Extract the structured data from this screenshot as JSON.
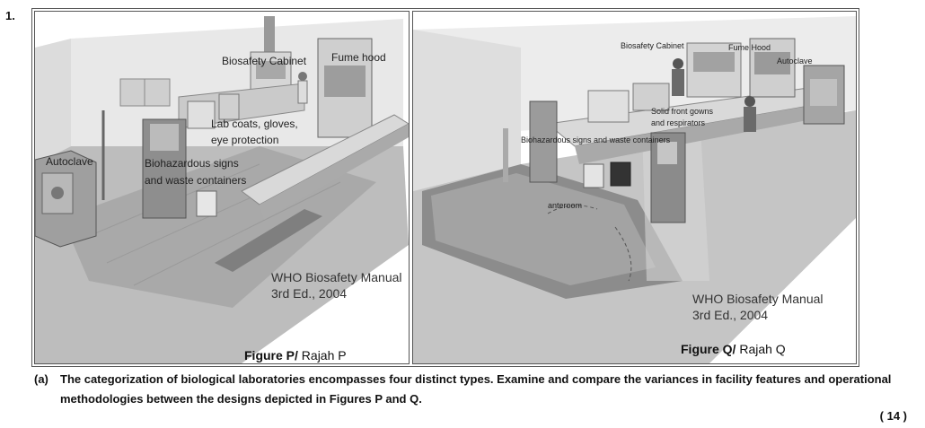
{
  "question": {
    "number": "1.",
    "part": "(a)",
    "text": "The categorization of biological laboratories encompasses four distinct types. Examine and compare the variances in facility features and operational methodologies between the designs depicted in Figures P and Q.",
    "marks": "( 14 )"
  },
  "figure_p": {
    "caption_bold": "Figure P/",
    "caption_rest": " Rajah P",
    "credit_line1": "WHO Biosafety Manual",
    "credit_line2": "3rd Ed., 2004",
    "labels": {
      "biosafety_cabinet": "Biosafety Cabinet",
      "fume_hood": "Fume hood",
      "lab_coats_1": "Lab coats, gloves,",
      "lab_coats_2": "eye protection",
      "autoclave": "Autoclave",
      "biohazard_1": "Biohazardous signs",
      "biohazard_2": "and waste containers"
    }
  },
  "figure_q": {
    "caption_bold": "Figure Q/",
    "caption_rest": " Rajah Q",
    "credit_line1": "WHO Biosafety Manual",
    "credit_line2": "3rd Ed., 2004",
    "labels": {
      "biosafety_cabinet": "Biosafety Cabinet",
      "fume_hood": "Fume Hood",
      "autoclave": "Autoclave",
      "solid_front_1": "Solid front gowns",
      "solid_front_2": "and respirators",
      "biohazard": "Biohazardous signs and waste containers",
      "anteroom": "anteroom"
    }
  }
}
